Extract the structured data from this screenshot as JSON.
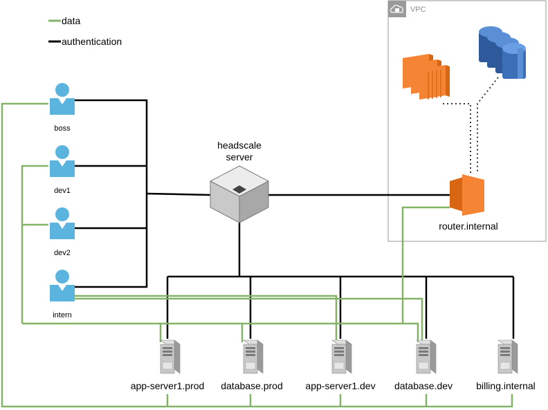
{
  "legend": {
    "data_label": "data",
    "auth_label": "authentication",
    "data_color": "#82b366",
    "auth_color": "#000000"
  },
  "vpc": {
    "label": "VPC",
    "border_color": "#999999"
  },
  "headscale": {
    "label_line1": "headscale",
    "label_line2": "server"
  },
  "router": {
    "label": "router.internal"
  },
  "users": [
    {
      "label": "boss"
    },
    {
      "label": "dev1"
    },
    {
      "label": "dev2"
    },
    {
      "label": "intern"
    }
  ],
  "servers": [
    {
      "label": "app-server1.prod"
    },
    {
      "label": "database.prod"
    },
    {
      "label": "app-server1.dev"
    },
    {
      "label": "database.dev"
    },
    {
      "label": "billing.internal"
    }
  ],
  "colors": {
    "user_icon": "#5ab4dd",
    "aws_orange": "#f58534",
    "aws_orange_dark": "#d86613",
    "aws_blue": "#3b6fb7",
    "server_gray": "#b8b8b8"
  },
  "icons": {
    "user": "person-icon",
    "server": "server-tower-icon",
    "headscale": "cube-server-icon",
    "router": "ec2-instance-icon",
    "vpc": "cloud-lock-icon"
  }
}
